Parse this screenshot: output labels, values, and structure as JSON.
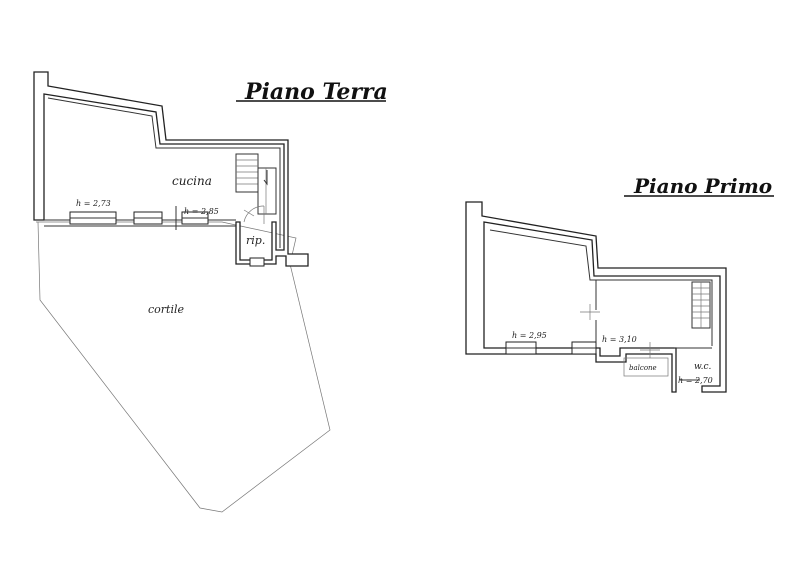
{
  "ground_floor": {
    "title": "Piano Terra",
    "rooms": {
      "kitchen": "cucina",
      "storage": "rip.",
      "courtyard": "cortile"
    },
    "heights": [
      "h = 2,73",
      "h = 2,85"
    ]
  },
  "first_floor": {
    "title": "Piano Primo",
    "heights": [
      "h = 2,95",
      "h = 3,10",
      "h = 2,70"
    ],
    "rooms": {
      "balcony": "balcone",
      "toilet": "w.c."
    }
  }
}
